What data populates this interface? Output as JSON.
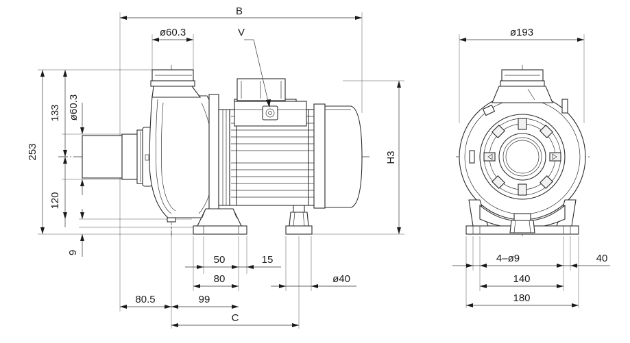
{
  "dimensions": {
    "b": "B",
    "v": "V",
    "h3": "H3",
    "c": "C",
    "inlet_diameter": "ø60.3",
    "outlet_diameter": "ø60.3",
    "height_total": "253",
    "height_upper": "133",
    "height_lower": "120",
    "foot_thickness": "9",
    "foot_50": "50",
    "foot_15": "15",
    "foot_80": "80",
    "foot_40_diameter": "ø40",
    "offset_80_5": "80.5",
    "offset_99": "99",
    "front_diameter": "ø193",
    "holes": "4–ø9",
    "front_40": "40",
    "front_140": "140",
    "front_180": "180"
  }
}
